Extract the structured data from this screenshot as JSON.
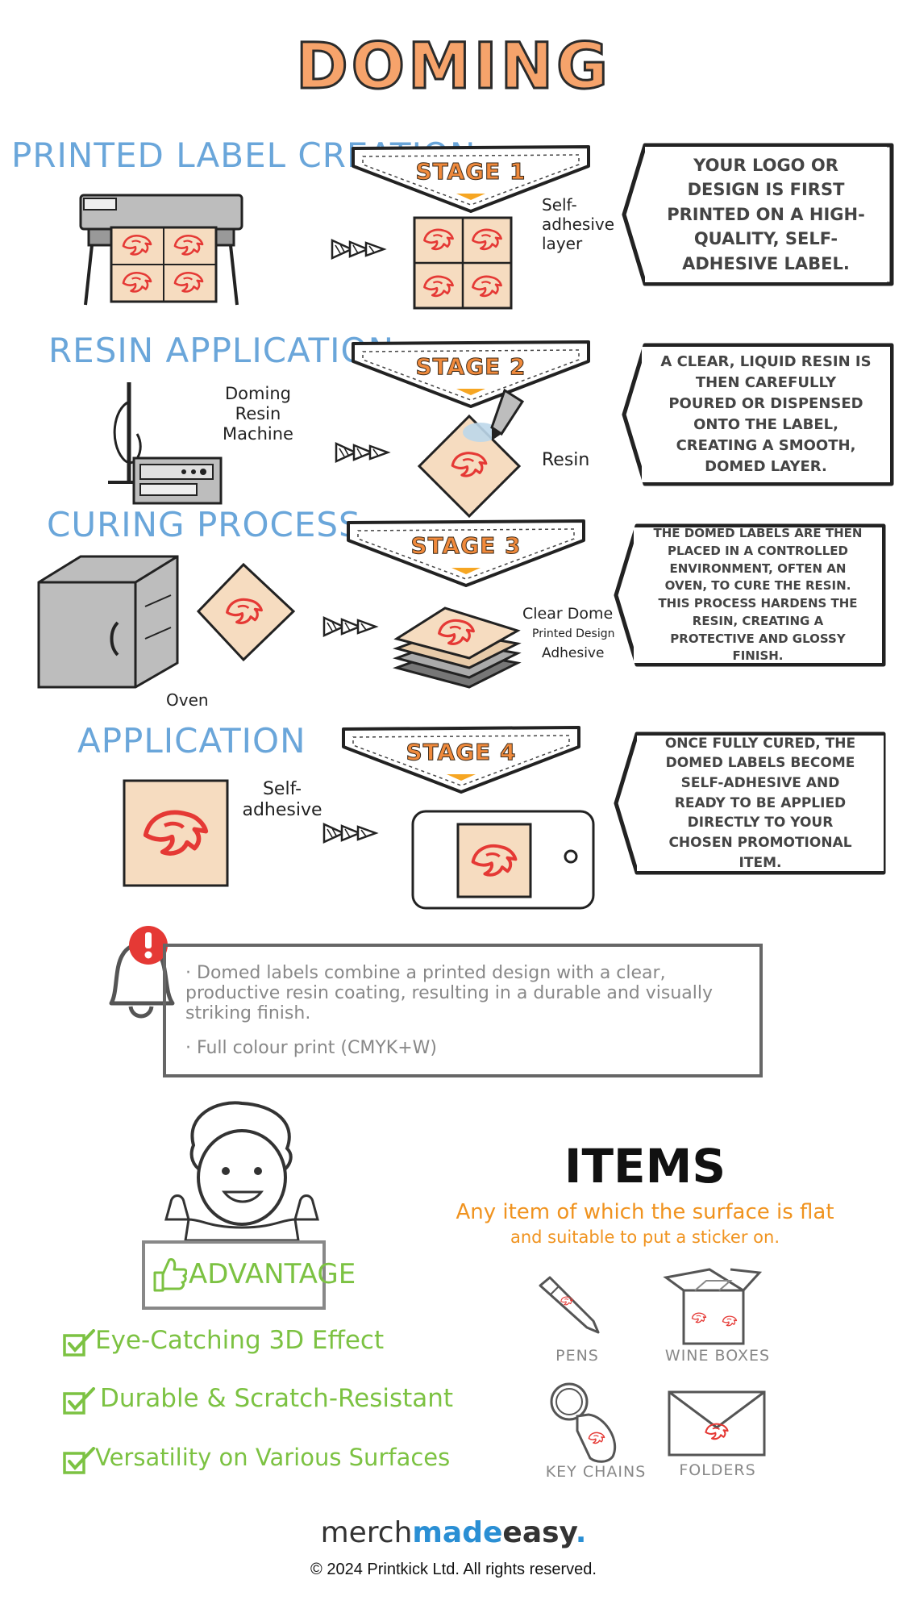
{
  "title": "DOMING",
  "colors": {
    "accent_orange": "#f6a36b",
    "section_blue": "#6aa6da",
    "advantage_green": "#7cc242",
    "logo_red": "#e53935",
    "label_peach": "#f6dcc0"
  },
  "stages": [
    {
      "section": "PRINTED LABEL CREATION",
      "stage": "STAGE 1",
      "description": "YOUR LOGO OR DESIGN IS FIRST PRINTED ON A HIGH-QUALITY, SELF-ADHESIVE LABEL.",
      "callout": "Self-adhesive layer"
    },
    {
      "section": "RESIN APPLICATION",
      "stage": "STAGE 2",
      "description": "A CLEAR, LIQUID RESIN IS THEN CAREFULLY POURED OR DISPENSED ONTO THE LABEL, CREATING A SMOOTH, DOMED LAYER.",
      "callout_machine": "Doming Resin Machine",
      "callout_resin": "Resin"
    },
    {
      "section": "CURING PROCESS",
      "stage": "STAGE 3",
      "description": "THE DOMED LABELS ARE THEN PLACED IN A CONTROLLED ENVIRONMENT, OFTEN AN OVEN, TO CURE THE RESIN. THIS PROCESS HARDENS THE RESIN, CREATING A PROTECTIVE AND GLOSSY FINISH.",
      "callout_oven": "Oven",
      "layers": [
        "Clear Dome",
        "Printed Design",
        "Adhesive"
      ]
    },
    {
      "section": "APPLICATION",
      "stage": "STAGE 4",
      "description": "ONCE FULLY CURED, THE DOMED LABELS BECOME SELF-ADHESIVE AND READY TO BE APPLIED DIRECTLY TO YOUR CHOSEN PROMOTIONAL ITEM.",
      "callout": "Self-adhesive"
    }
  ],
  "notes": [
    "Domed labels combine a printed design with a clear, productive resin coating, resulting in a durable and visually striking finish.",
    "Full colour print (CMYK+W)"
  ],
  "advantage": {
    "label": "ADVANTAGE",
    "items": [
      "Eye-Catching 3D Effect",
      "Durable & Scratch-Resistant",
      "Versatility on Various Surfaces"
    ]
  },
  "items": {
    "title": "ITEMS",
    "subtitle_line1": "Any item of which the surface is flat",
    "subtitle_line2": "and suitable to put a sticker on.",
    "list": [
      "PENS",
      "WINE BOXES",
      "KEY CHAINS",
      "FOLDERS"
    ]
  },
  "footer": {
    "brand_part1": "merch",
    "brand_part2": "made",
    "brand_part3": "easy",
    "brand_dot": ".",
    "copyright": "© 2024 Printkick Ltd. All rights reserved."
  }
}
